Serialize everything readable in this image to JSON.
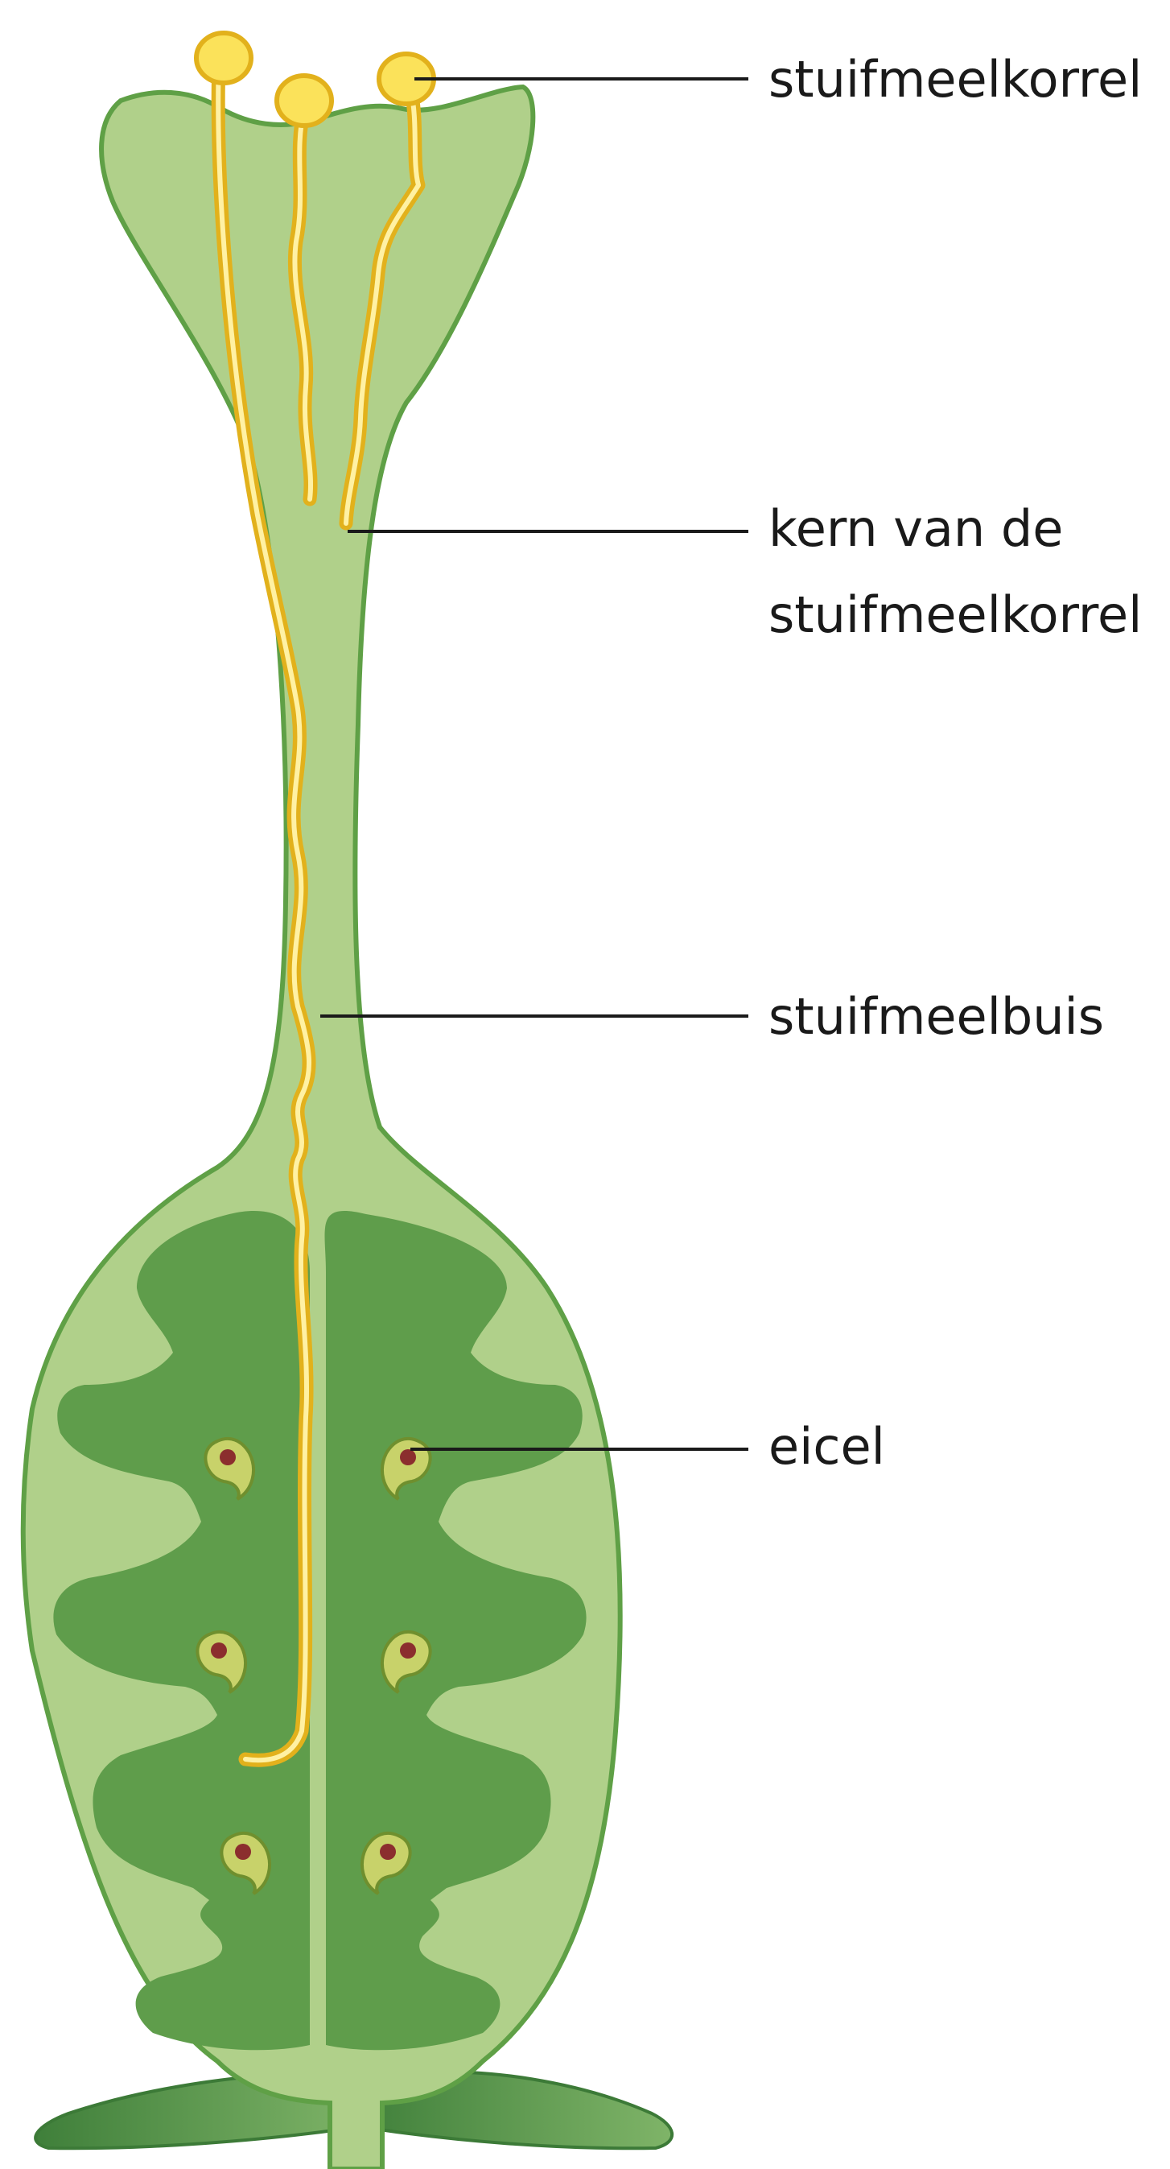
{
  "labels": {
    "pollen_grain": "stuifmeelkorrel",
    "pollen_nucleus_line1": "kern van de",
    "pollen_nucleus_line2": "stuifmeelkorrel",
    "pollen_tube": "stuifmeelbuis",
    "egg_cell": "eicel"
  },
  "colors": {
    "pistil_light": "#b0d08a",
    "pistil_outline": "#5fa046",
    "ovary_chamber": "#5f9d4b",
    "pollen_fill": "#fbe25a",
    "pollen_outline": "#e2b11c",
    "ovule_fill": "#c8d26a",
    "ovule_outline": "#6f8f2e",
    "egg_nucleus": "#8b2e2e",
    "sepal": "#4f8f45",
    "text": "#1a1a1a"
  }
}
